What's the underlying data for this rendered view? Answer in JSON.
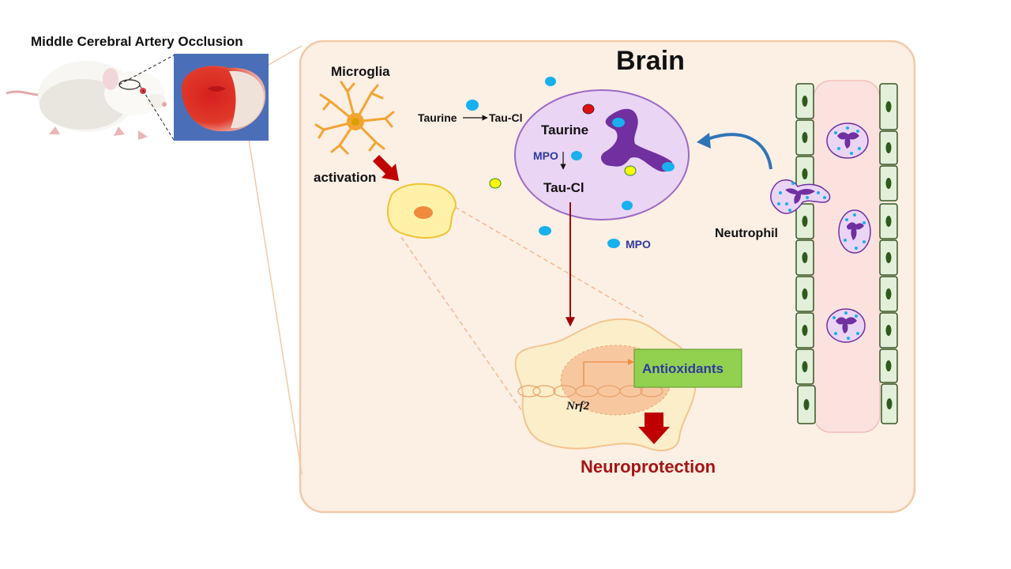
{
  "labels": {
    "mcao_title": "Middle Cerebral Artery Occlusion",
    "brain_title": "Brain",
    "microglia": "Microglia",
    "activation": "activation",
    "reaction_substrate": "Taurine",
    "reaction_product": "Tau-Cl",
    "taurine": "Taurine",
    "mpo_enzyme": "MPO",
    "tau_cl": "Tau-Cl",
    "mpo_free": "MPO",
    "neutrophil": "Neutrophil",
    "antioxidants": "Antioxidants",
    "nrf2": "Nrf2",
    "neuroprotection": "Neuroprotection"
  },
  "colors": {
    "panel_fill": "#fcefe4",
    "panel_border": "#f2c9a8",
    "vessel_fill": "#fbe2df",
    "endothelial_fill": "#e2efd9",
    "endothelial_border": "#375623",
    "nucleus_dark": "#2e5a1c",
    "mpo_dot": "#18b0ee",
    "yellow_dot": "#ffff00",
    "red_dot": "#e01010",
    "neutrophil_purple": "#7030a0",
    "granule_lavender": "#ead5f5",
    "arrow_red": "#c00000",
    "arrow_darkred": "#a00000",
    "arrow_blue": "#2e75b6",
    "antioxidant_box": "#92d050",
    "microglia_orange": "#f4a431",
    "activated_cell_fill": "#fff2a8",
    "text_blue": "#2e3a9c",
    "text_red": "#a31515"
  },
  "icons": [
    "rat-illustration",
    "brain-slice-photo",
    "microglia-icon",
    "neutrophil-icon"
  ]
}
